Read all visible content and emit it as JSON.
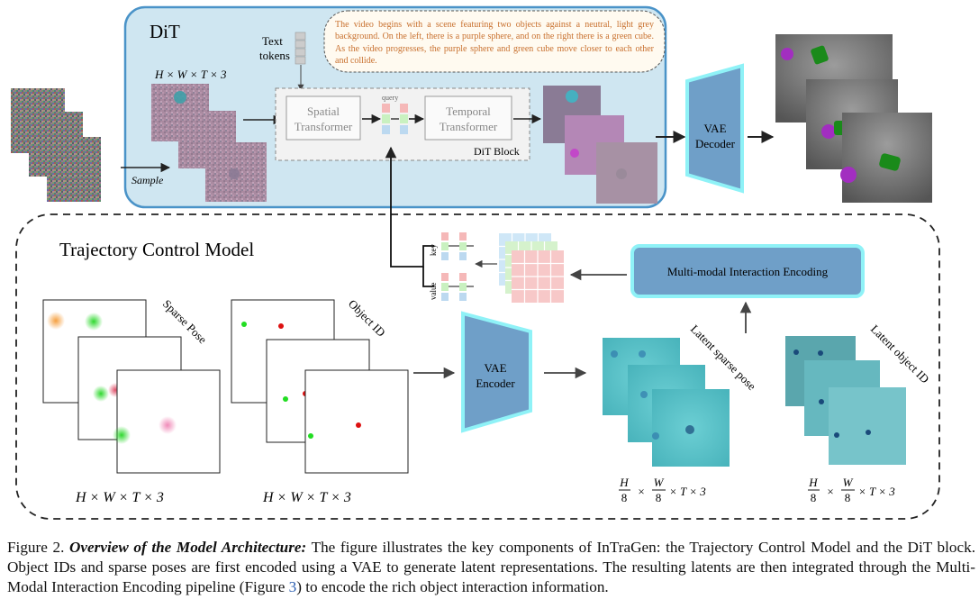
{
  "dit": {
    "title": "DiT",
    "text_tokens_l1": "Text",
    "text_tokens_l2": "tokens",
    "prompt": "The video begins with a scene featuring two objects against a neutral, light grey background. On the left, there is a purple sphere, and on the right there is a green cube. As the video progresses, the purple sphere and green cube move closer to each other and collide.",
    "dims": "H × W × T × 3",
    "spatial_l1": "Spatial",
    "spatial_l2": "Transformer",
    "temporal_l1": "Temporal",
    "temporal_l2": "Transformer",
    "query": "query",
    "block_label": "DiT Block",
    "sample": "Sample"
  },
  "vae_decoder": {
    "l1": "VAE",
    "l2": "Decoder"
  },
  "tcm": {
    "title": "Trajectory Control Model",
    "sparse_pose": "Sparse Pose",
    "object_id": "Object ID",
    "dims_left": "H × W × T × 3",
    "dims_mid": "H × W × T × 3",
    "encoder_l1": "VAE",
    "encoder_l2": "Encoder",
    "latent_sparse": "Latent sparse pose",
    "latent_object": "Latent object ID",
    "mie": "Multi-modal Interaction Encoding",
    "key": "key",
    "value": "value",
    "frac_num_h": "H",
    "frac_den": "8",
    "frac_num_w": "W",
    "times": "×",
    "tail": "× T × 3"
  },
  "caption": {
    "label": "Figure 2.",
    "title": "Overview of the Model Architecture:",
    "text1": "The figure illustrates the key components of InTraGen: the Trajectory Control Model and the DiT block. Object IDs and sparse poses are first encoded using a VAE to generate latent representations. The resulting latents are then integrated through the Multi-Modal Interaction Encoding pipeline (Figure",
    "ref": "3",
    "text2": ") to encode the rich object interaction information."
  },
  "colors": {
    "dit_bg": "#cfe6f1",
    "dit_border": "#4a93c8",
    "vae": "#6f9fc8",
    "vae_glow": "#8ff2f7",
    "latent": "#5fc2c9",
    "prompt_text": "#c8702e"
  }
}
